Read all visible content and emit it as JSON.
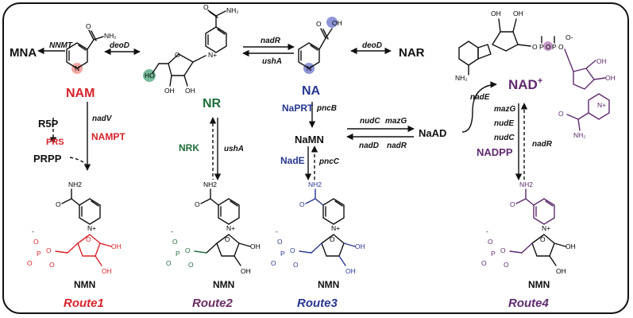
{
  "colors": {
    "route1": "#d6232a",
    "route2": "#6a2a63",
    "route2_nr": "#1f6e3a",
    "route3": "#283790",
    "route4": "#5e2a6e",
    "black": "#111111",
    "nam_highlight": "#f4a7a2",
    "nr_highlight": "#74b99a",
    "na_highlight": "#8e96d8",
    "nad_highlight": "#c79ac8"
  },
  "metabolites": {
    "mna": "MNA",
    "nam": "NAM",
    "nr": "NR",
    "na": "NA",
    "nar": "NAR",
    "r5p": "R5P",
    "prpp": "PRPP",
    "namn": "NaMN",
    "naad": "NaAD",
    "nad_main": "NAD",
    "nad_sup": "+",
    "nmn": "NMN"
  },
  "enzymes": {
    "nnmt": "NNMT",
    "deod_left": "deoD",
    "nadr_top": "nadR",
    "usha_top": "ushA",
    "deod_right": "deoD",
    "nadv": "nadV",
    "prs": "PRS",
    "nampt": "NAMPT",
    "nrk": "NRK",
    "usha_mid": "ushA",
    "naprt": "NaPRT",
    "pncb": "pncB",
    "nudc_top": "nudC",
    "mazg_top": "mazG",
    "nadd": "nadD",
    "nadr_mid": "nadR",
    "nade_route3": "NadE",
    "pncc": "pncC",
    "nade_lower": "nadE",
    "mazg_right": "mazG",
    "nude_right": "nudE",
    "nudc_right": "nudC",
    "nadpp": "NADPP",
    "nadr_right": "nadR"
  },
  "routes": {
    "route1": "Route1",
    "route2": "Route2",
    "route3": "Route3",
    "route4": "Route4"
  },
  "atoms": {
    "nh2": "NH₂",
    "nh2_plain": "NH2",
    "o": "O",
    "oh": "OH",
    "ho": "HO",
    "p": "P",
    "n": "N",
    "n_plus": "N+",
    "o_minus": "O-",
    "minus": "-"
  }
}
